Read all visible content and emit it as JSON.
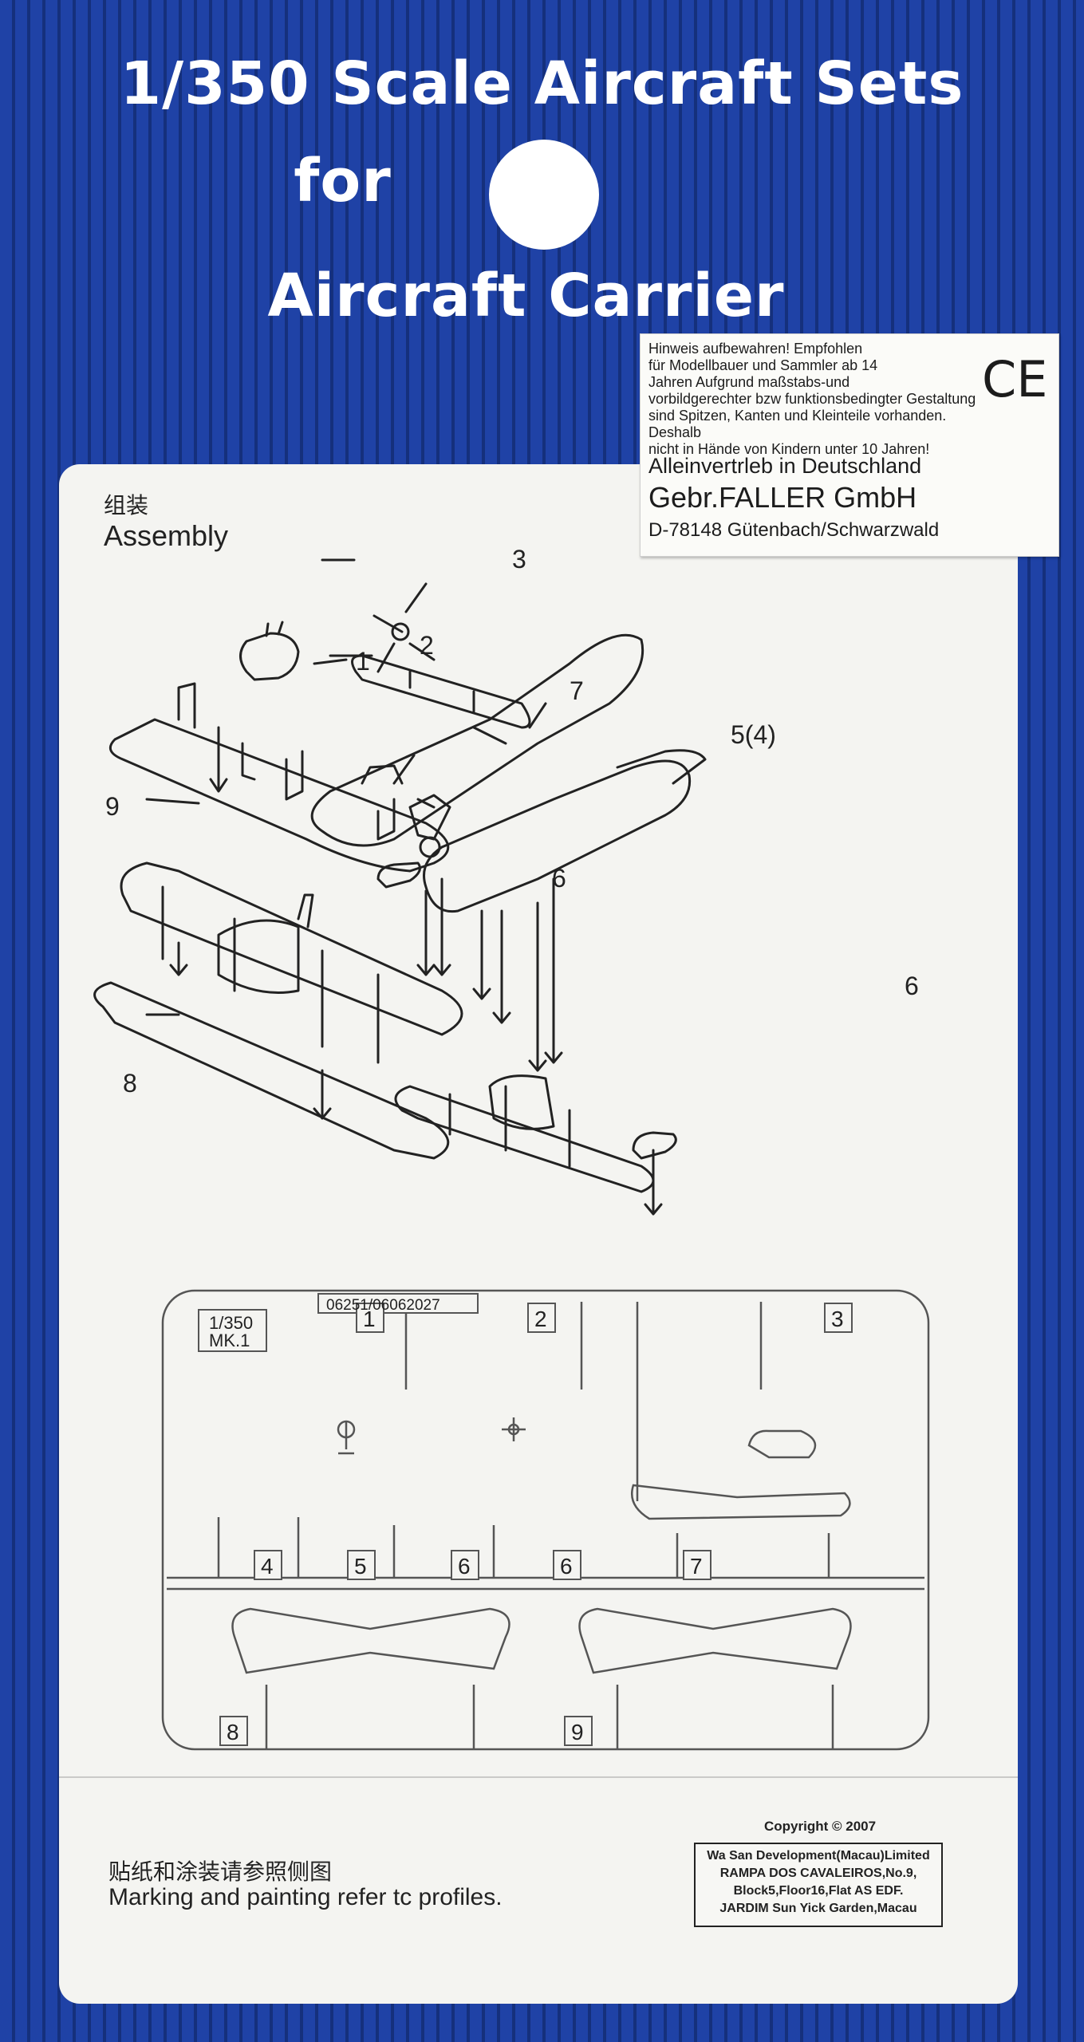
{
  "header": {
    "line1": "1/350 Scale Aircraft Sets",
    "line2": "for",
    "line3": "Aircraft Carrier"
  },
  "sticker": {
    "warning_lines": [
      "Hinweis aufbewahren! Empfohlen",
      "für Modellbauer und Sammler ab 14",
      "Jahren Aufgrund maßstabs-und",
      "vorbildgerechter bzw funktionsbedingter Gestaltung",
      "sind Spitzen, Kanten und Kleinteile vorhanden. Deshalb",
      "nicht in Hände von Kindern unter 10 Jahren!"
    ],
    "ce_mark": "CE",
    "distribution": "Alleinvertrleb in Deutschland",
    "company": "Gebr.FALLER GmbH",
    "address": "D-78148 Gütenbach/Schwarzwald"
  },
  "assembly": {
    "title_cn": "组装",
    "title_en": "Assembly",
    "callouts": {
      "c1": "1",
      "c2": "2",
      "c3": "3",
      "c5": "5(4)",
      "c6a": "6",
      "c6b": "6",
      "c7": "7",
      "c8": "8",
      "c9": "9"
    }
  },
  "sprue": {
    "code": "06251/06062027",
    "scale": "1/350",
    "mark": "MK.1",
    "parts": [
      "1",
      "2",
      "3",
      "4",
      "5",
      "6",
      "6",
      "7",
      "8",
      "9"
    ]
  },
  "footer": {
    "note_cn": "贴纸和涂装请参照侧图",
    "note_en": "Marking and painting refer tc profiles.",
    "copyright": "Copyright © 2007",
    "maker_lines": [
      "Wa San Development(Macau)Limited",
      "RAMPA DOS CAVALEIROS,No.9,",
      "Block5,Floor16,Flat AS EDF.",
      "JARDIM Sun Yick Garden,Macau"
    ]
  }
}
